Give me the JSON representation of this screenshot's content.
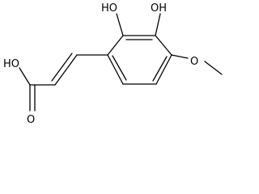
{
  "structure": {
    "labels": {
      "acid_oh": "HO",
      "acid_o": "O",
      "oh_2": "HO",
      "oh_3": "OH",
      "methoxy_o": "O"
    },
    "colors": {
      "bond": "#000000",
      "text": "#000000",
      "background": "#ffffff"
    }
  }
}
